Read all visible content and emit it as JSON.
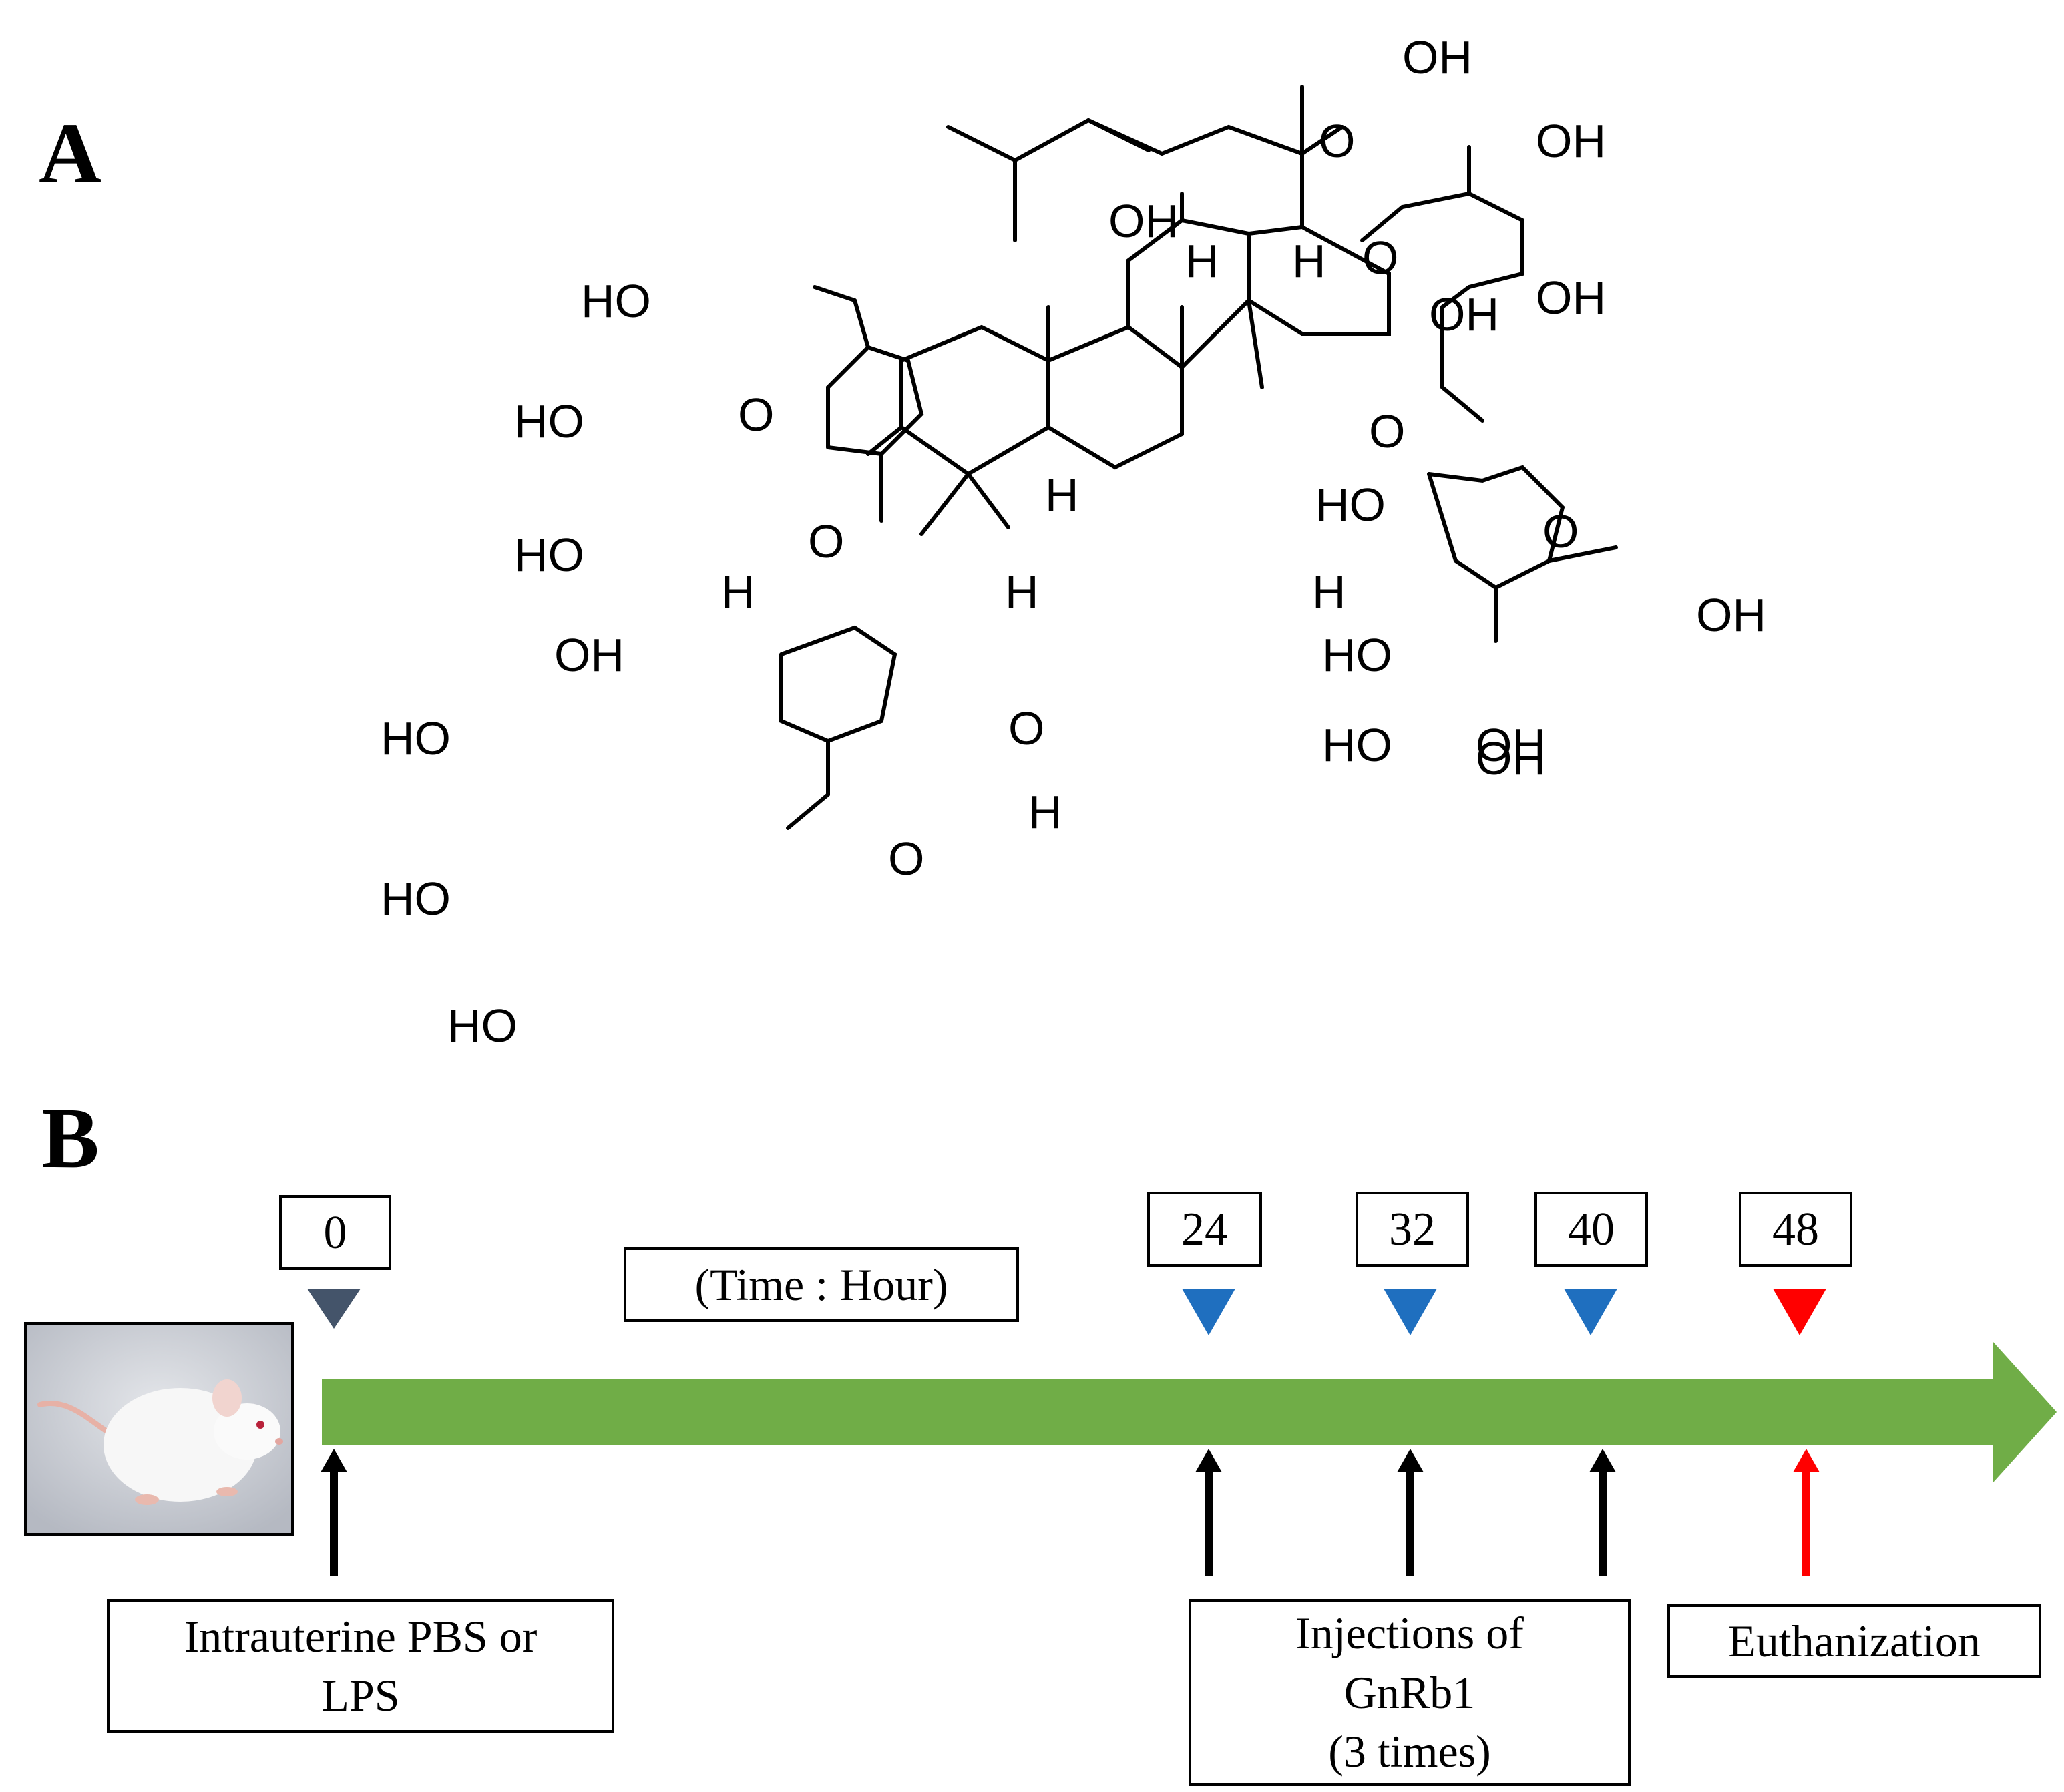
{
  "panels": {
    "a_label": "A",
    "b_label": "B"
  },
  "structure": {
    "atoms": [
      "OH",
      "OH",
      "O",
      "OH",
      "O",
      "OH",
      "H",
      "H",
      "OH",
      "HO",
      "O",
      "HO",
      "O",
      "HO",
      "O",
      "H",
      "H",
      "HO",
      "H",
      "H",
      "OH",
      "OH",
      "HO",
      "O",
      "HO",
      "O",
      "H",
      "HO",
      "O",
      "HO",
      "HO",
      "OH",
      "OH"
    ]
  },
  "timeline": {
    "time_unit_label": "(Time : Hour)",
    "time_points": [
      {
        "hour": "0",
        "marker_color": "#44546a"
      },
      {
        "hour": "24",
        "marker_color": "#1f6fbf"
      },
      {
        "hour": "32",
        "marker_color": "#1f6fbf"
      },
      {
        "hour": "40",
        "marker_color": "#1f6fbf"
      },
      {
        "hour": "48",
        "marker_color": "#ff0000"
      }
    ],
    "events": {
      "induction": "Intrauterine PBS or LPS",
      "injection_line1": "Injections of",
      "injection_line2": "GnRb1",
      "injection_line3": "(3 times)",
      "euthanization": "Euthanization"
    },
    "colors": {
      "arrow": "#70ad47",
      "event_arrow": "#000000",
      "end_arrow": "#ff0000"
    }
  }
}
